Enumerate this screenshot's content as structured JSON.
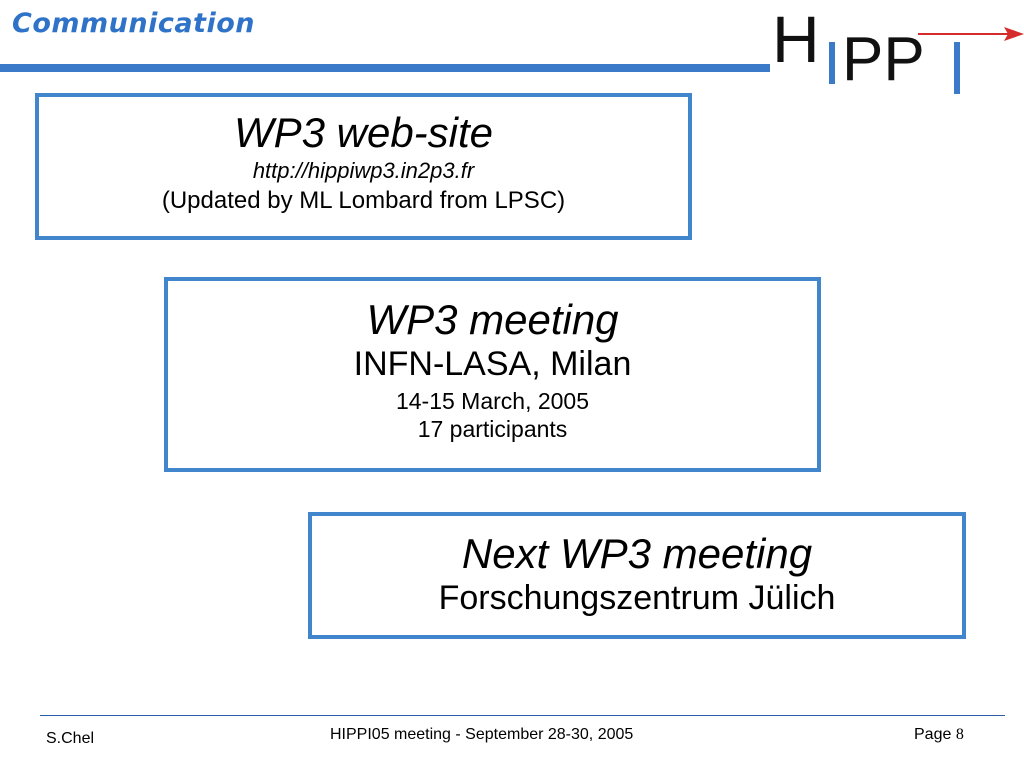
{
  "header": {
    "title": "Communication"
  },
  "logo": {
    "letter_h": "H",
    "letters_pp": "PP"
  },
  "colors": {
    "accent": "#3a7ac8",
    "box_border": "#4185cc",
    "logo_red": "#d62b2b"
  },
  "box1": {
    "title": "WP3 web-site",
    "url": "http://hippiwp3.in2p3.fr",
    "note": "(Updated by ML Lombard from LPSC)"
  },
  "box2": {
    "title": "WP3 meeting",
    "location": "INFN-LASA, Milan",
    "date": "14-15 March, 2005",
    "participants": "17 participants"
  },
  "box3": {
    "title": "Next WP3 meeting",
    "location": "Forschungszentrum Jülich"
  },
  "footer": {
    "author": "S.Chel",
    "event": "HIPPI05 meeting  - September 28-30, 2005",
    "page_label": "Page",
    "page_number": "8"
  }
}
